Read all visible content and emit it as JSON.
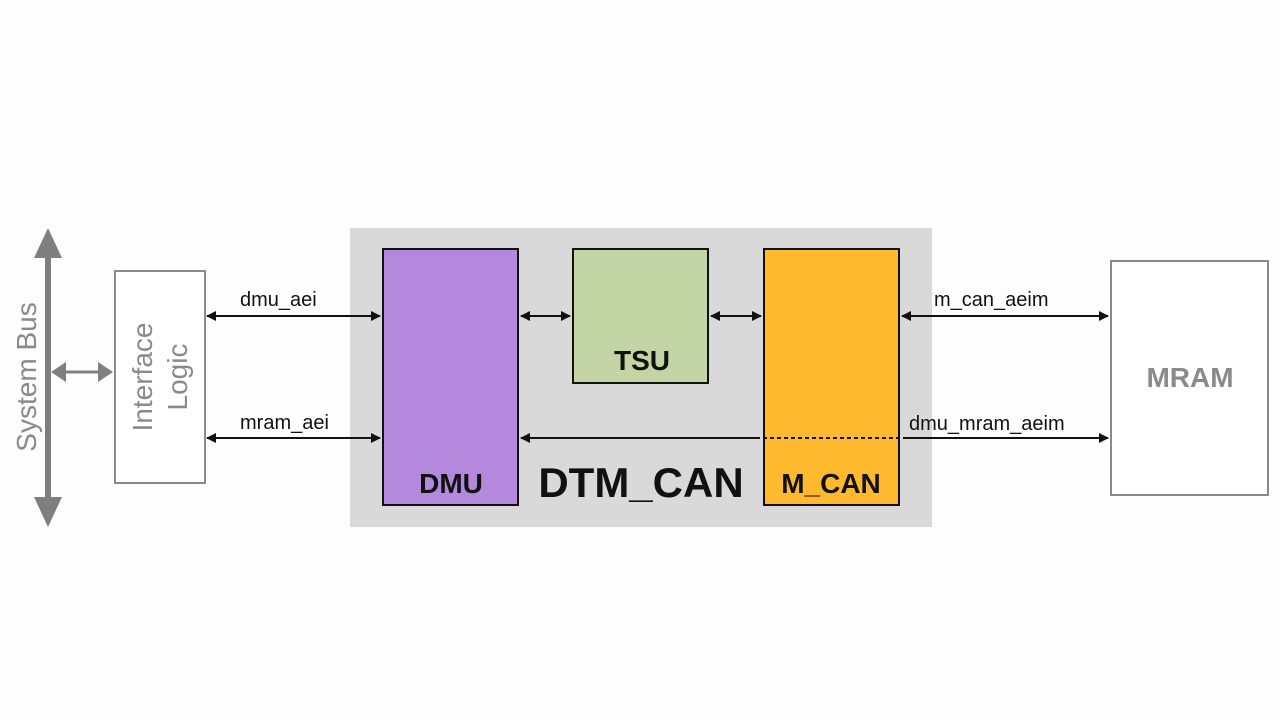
{
  "diagram": {
    "system_bus": "System Bus",
    "interface_logic": [
      "Interface",
      "Logic"
    ],
    "container_label": "DTM_CAN",
    "blocks": {
      "dmu": "DMU",
      "tsu": "TSU",
      "m_can": "M_CAN",
      "mram": "MRAM"
    },
    "signals": {
      "dmu_aei": "dmu_aei",
      "mram_aei": "mram_aei",
      "m_can_aeim": "m_can_aeim",
      "dmu_mram_aeim": "dmu_mram_aeim"
    },
    "colors": {
      "container": "#d9d9d9",
      "dmu": "#b388dd",
      "tsu": "#c3d5a5",
      "m_can": "#ffb92e",
      "gray_stroke": "#7f7f7f",
      "black": "#111111"
    }
  }
}
